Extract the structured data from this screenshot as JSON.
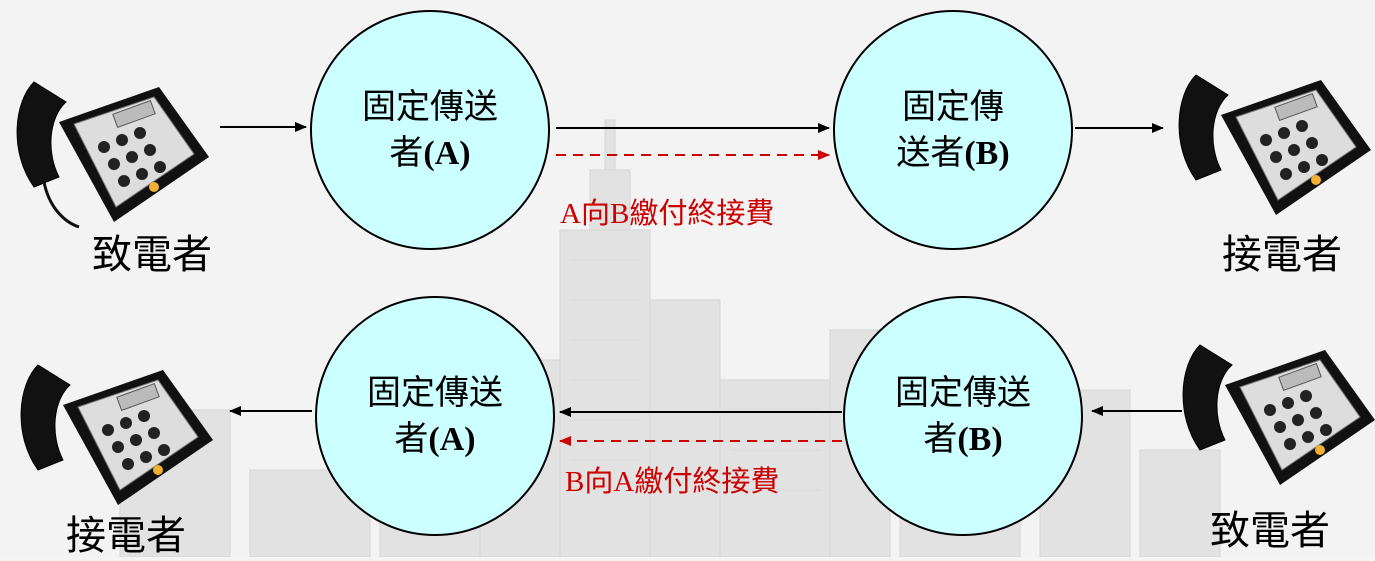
{
  "top_row": {
    "caller_label": "致電者",
    "receiver_label": "接電者",
    "node_a": {
      "cjk": "固定傳送者",
      "line1": "固定傳送",
      "line2_cjk": "者",
      "line2_latin": "(A)"
    },
    "node_b": {
      "line1": "固定傳",
      "line2_cjk": "送者",
      "line2_latin": "(B)"
    },
    "fee_label": {
      "prefix_latin": "A",
      "text1": "向",
      "mid_latin": "B",
      "text2": "繳付終接費"
    }
  },
  "bottom_row": {
    "caller_label": "致電者",
    "receiver_label": "接電者",
    "node_a": {
      "line1": "固定傳送",
      "line2_cjk": "者",
      "line2_latin": "(A)"
    },
    "node_b": {
      "line1": "固定傳送",
      "line2_cjk": "者",
      "line2_latin": "(B)"
    },
    "fee_label": {
      "prefix_latin": "B",
      "text1": "向",
      "mid_latin": "A",
      "text2": "繳付終接費"
    }
  },
  "colors": {
    "node_fill": "#ccffff",
    "fee_color": "#cc0000",
    "arrow_color": "#000000"
  },
  "icons": [
    "telephone-icon"
  ]
}
